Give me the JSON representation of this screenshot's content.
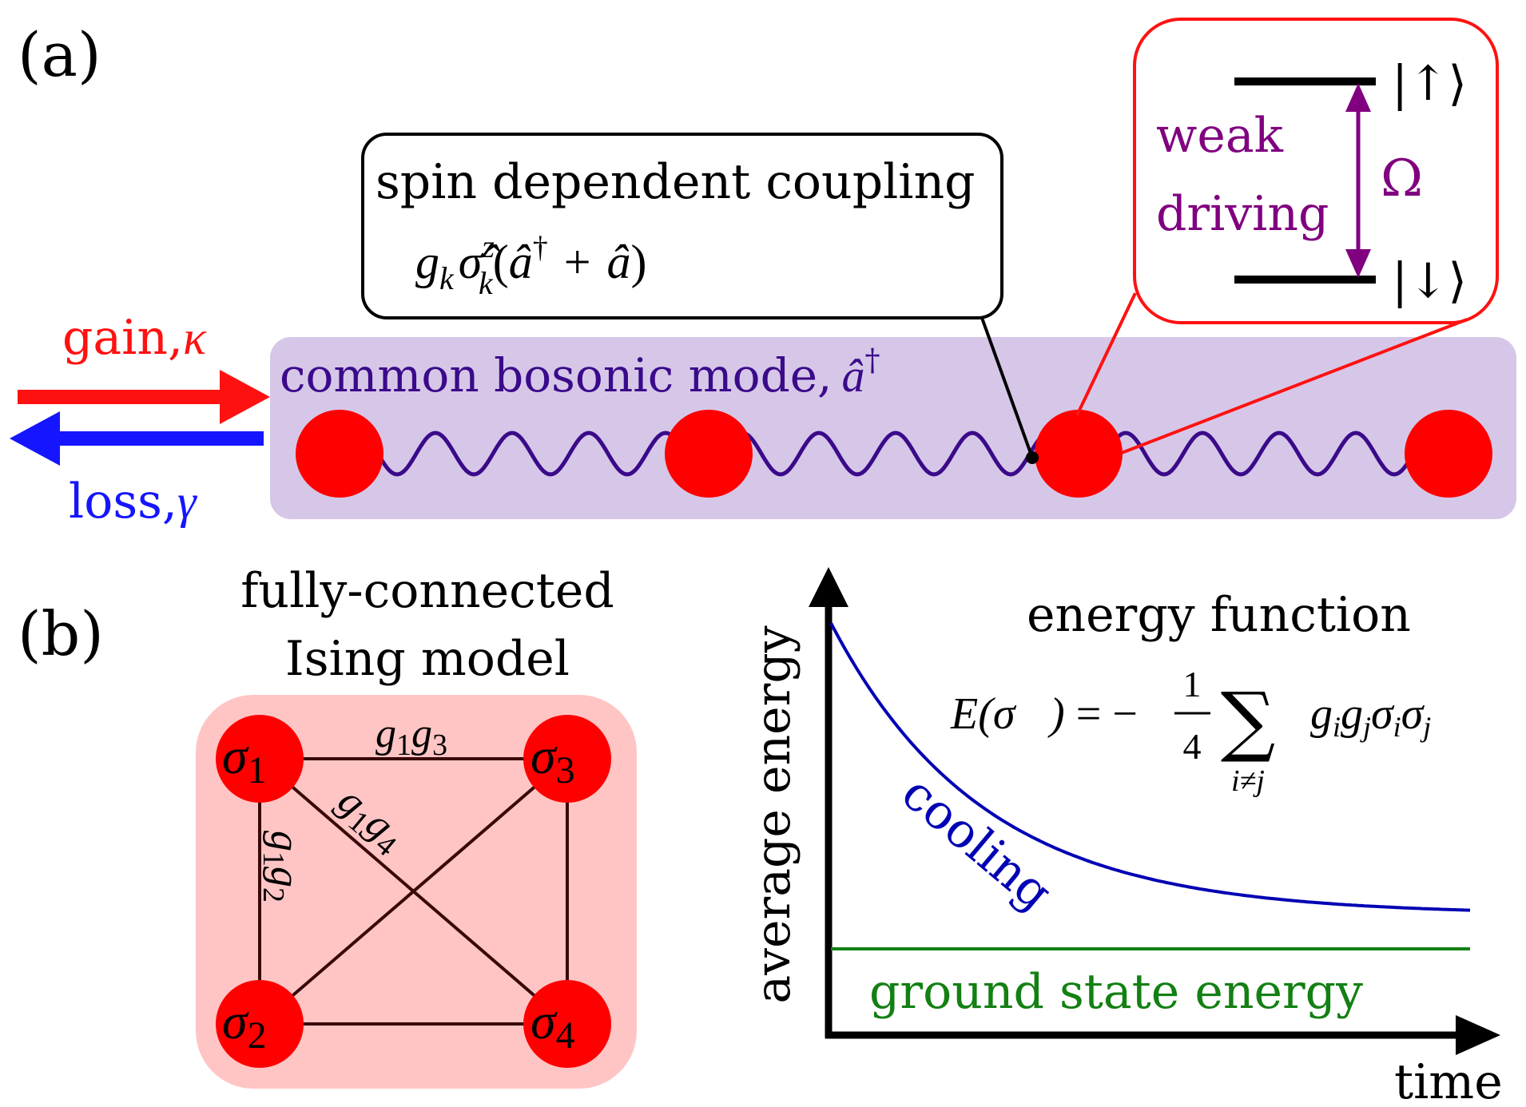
{
  "panel_a": {
    "label": "(a)",
    "gain_label": "gain,",
    "gain_symbol": "κ",
    "loss_label": "loss,",
    "loss_symbol": "γ",
    "mode_label": "common bosonic mode,",
    "mode_symbol": "â",
    "mode_superscript": "†",
    "coupling_title": "spin dependent coupling",
    "coupling_formula": {
      "g": "g",
      "g_sub": "k",
      "sigma": "σ̂",
      "sigma_sub": "k",
      "sigma_sup": "z",
      "open": "(",
      "adag": "â",
      "dag": "†",
      "plus": "+",
      "a": "â",
      "close": ")"
    },
    "drive_label_line1": "weak",
    "drive_label_line2": "driving",
    "rabi_symbol": "Ω",
    "state_up": "|↑⟩",
    "state_down": "|↓⟩",
    "spin_count": 4
  },
  "panel_b": {
    "label": "(b)",
    "title_line1": "fully-connected",
    "title_line2": "Ising model",
    "nodes": [
      {
        "sym": "σ",
        "sub": "1"
      },
      {
        "sym": "σ",
        "sub": "3"
      },
      {
        "sym": "σ",
        "sub": "2"
      },
      {
        "sym": "σ",
        "sub": "4"
      }
    ],
    "edge_labels": {
      "e13": {
        "a": "g",
        "a_sub": "1",
        "b": "g",
        "b_sub": "3"
      },
      "e14": {
        "a": "g",
        "a_sub": "1",
        "b": "g",
        "b_sub": "4"
      },
      "e12": {
        "a": "g",
        "a_sub": "1",
        "b": "g",
        "b_sub": "2"
      }
    }
  },
  "plot": {
    "ylabel": "average energy",
    "xlabel": "time",
    "formula_title": "energy function",
    "formula": {
      "lhs": "E(σ⃗)",
      "eq": "= −",
      "num": "1",
      "den": "4",
      "sum": "∑",
      "sum_index": "i≠j",
      "term": "g",
      "sub_i": "i",
      "term2": "g",
      "sub_j": "j",
      "sigma1": "σ",
      "sub_i2": "i",
      "sigma2": "σ",
      "sub_j2": "j"
    },
    "cooling_label": "cooling",
    "ground_label": "ground state energy",
    "colors": {
      "cooling": "#0000b4",
      "ground": "#138013",
      "axis": "#000000"
    }
  }
}
